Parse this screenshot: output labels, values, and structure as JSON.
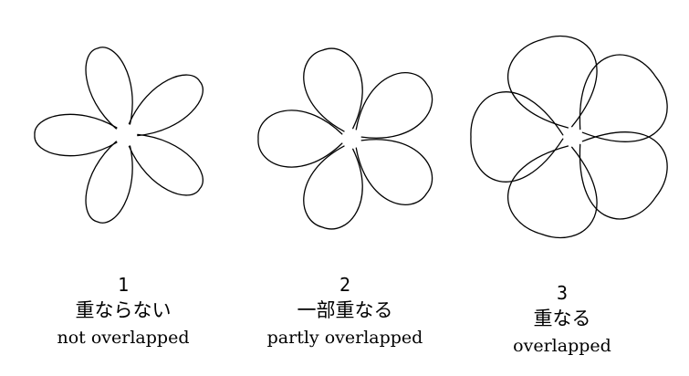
{
  "diagrams": [
    {
      "number": "1",
      "label_ja": "重ならない",
      "label_en": "not overlapped",
      "overlap": "none"
    },
    {
      "number": "2",
      "label_ja": "一部重なる",
      "label_en": "partly overlapped",
      "overlap": "partial"
    },
    {
      "number": "3",
      "label_ja": "重なる",
      "label_en": "overlapped",
      "overlap": "full"
    }
  ],
  "petal_count": 5,
  "stroke_color": "#000000",
  "background_color": "#ffffff"
}
